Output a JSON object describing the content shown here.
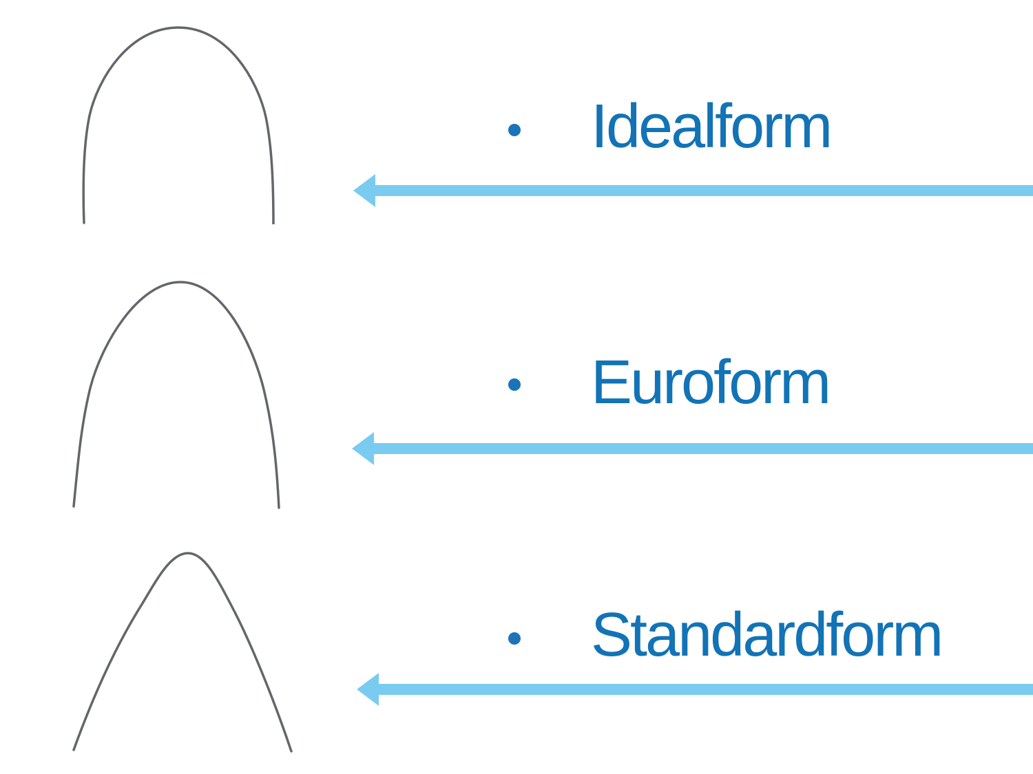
{
  "slide": {
    "items": [
      {
        "label": "Idealform"
      },
      {
        "label": "Euroform"
      },
      {
        "label": "Standardform"
      }
    ]
  },
  "colors": {
    "label_text": "#1273b6",
    "bullet": "#1b74b9",
    "arrow": "#79ccf0",
    "wire": "#63666a",
    "page_bg": "#ffffff"
  }
}
